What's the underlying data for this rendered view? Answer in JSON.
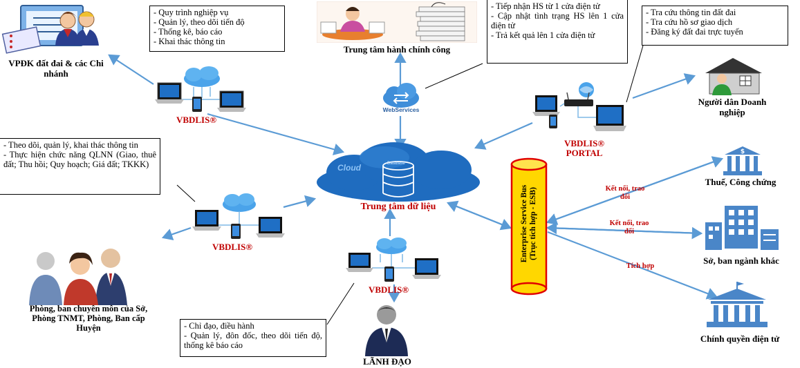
{
  "boxes": {
    "vpdk_tasks": [
      "- Quy trình nghiệp vụ",
      "- Quản lý, theo dõi tiến độ",
      "- Thống kê, báo cáo",
      "- Khai thác thông tin"
    ],
    "hcc_tasks": [
      "- Tiếp nhận HS từ 1 cửa điện tử",
      "- Cập nhật tình trạng HS lên 1 cửa điện tử",
      "- Trả kết quả lên 1 cửa điện tử"
    ],
    "portal_tasks": [
      "- Tra cứu thông tin đất đai",
      "- Tra cứu hồ sơ giao dịch",
      "- Đăng ký đất đai trực tuyến"
    ],
    "qlnn_tasks": [
      "- Theo dõi, quản lý, khai thác thông tin",
      "- Thực hiện chức năng QLNN (Giao, thuê đất; Thu hồi; Quy hoạch; Giá đất; TKKK)"
    ],
    "leader_tasks": [
      "- Chỉ đạo, điều hành",
      "- Quản lý, đôn đốc, theo dõi tiến độ, thống kê báo cáo"
    ]
  },
  "labels": {
    "vpdk": "VPĐK đất đai & các Chi nhánh",
    "hcc": "Trung tâm hành chính công",
    "webservices": "WebServices",
    "cloud_word": "Cloud",
    "database_word": "Database",
    "data_center": "Trung tâm dữ liệu",
    "vbdlis": "VBDLIS®",
    "vbdlis_portal_1": "VBDLIS®",
    "vbdlis_portal_2": "PORTAL",
    "citizen": "Người dân Doanh nghiệp",
    "tax": "Thuế, Công chứng",
    "departments": "Sở, ban ngành khác",
    "egov": "Chính quyền điện tử",
    "units": "Phòng, ban chuyên môn của Sở, Phòng TNMT, Phòng, Ban cấp Huyện",
    "leader": "LÃNH ĐẠO",
    "esb_1": "Enterprise Service Bus",
    "esb_2": "(Trục tích hợp - ESB)",
    "connect_1": "Kết nối, trao đổi",
    "connect_2": "Kết nối, trao đổi",
    "integrate": "Tích hợp"
  },
  "colors": {
    "arrow": "#5b9bd5",
    "cloud": "#2e75b6",
    "red_label": "#c00000",
    "esb_fill": "#ffd700",
    "esb_stroke": "#e00000",
    "building": "#4a86c8"
  }
}
